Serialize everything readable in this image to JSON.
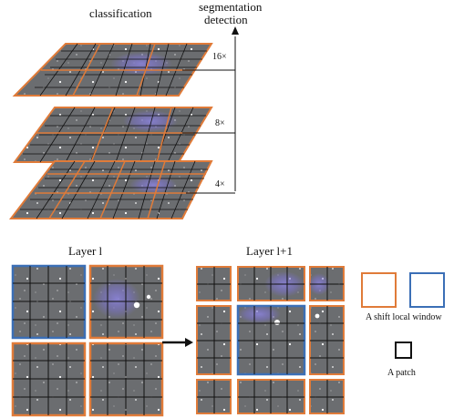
{
  "top": {
    "title_left": "classification",
    "title_right_line1": "segmentation",
    "title_right_line2": "detection",
    "scales": [
      "16×",
      "8×",
      "4×"
    ]
  },
  "bottom": {
    "layer_l": "Layer l",
    "layer_l1": "Layer l+1",
    "legend_window": "A shift local window",
    "legend_patch": "A patch"
  },
  "colors": {
    "window_orange": "#e07b39",
    "window_blue": "#3b6fb6",
    "astro_bg": "#6b6d70",
    "grid_black": "#111111",
    "nebula": "#7a72c8"
  }
}
